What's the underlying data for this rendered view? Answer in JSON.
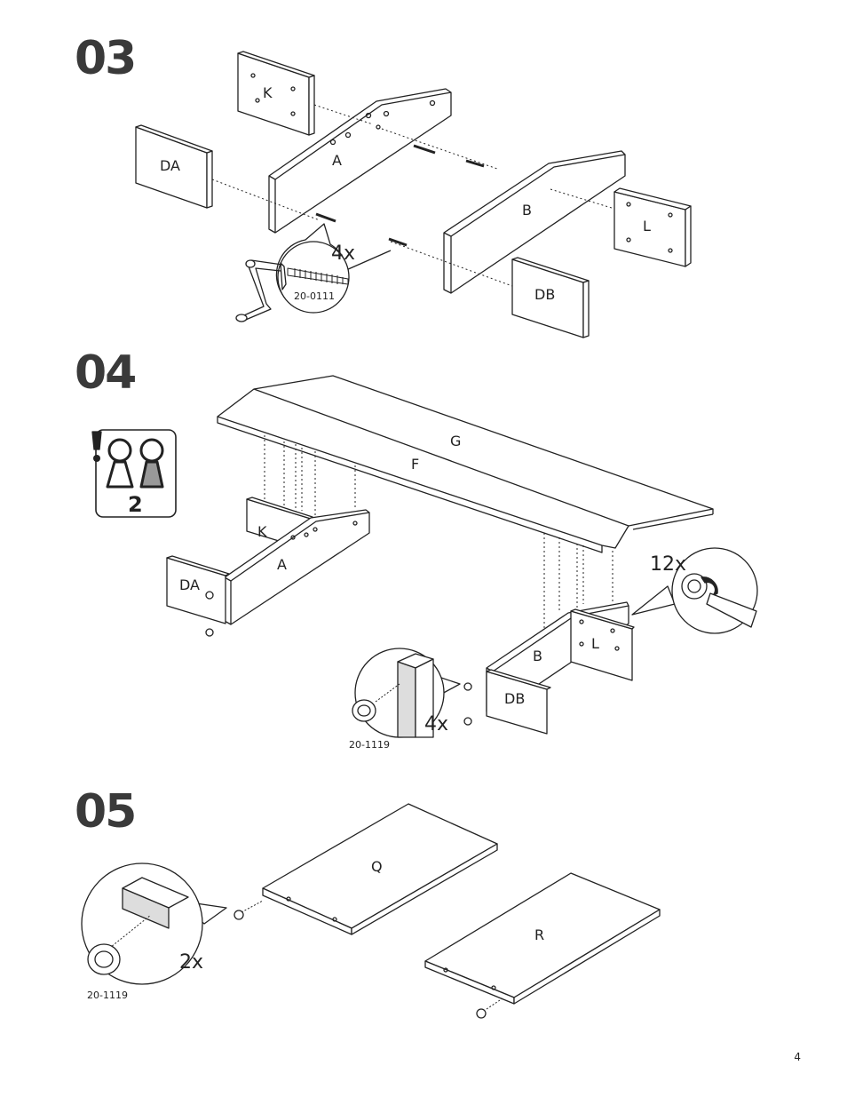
{
  "steps": [
    {
      "number": "03"
    },
    {
      "number": "04"
    },
    {
      "number": "05"
    }
  ],
  "parts": {
    "K": "K",
    "A": "A",
    "DA": "DA",
    "B": "B",
    "L": "L",
    "DB": "DB",
    "G": "G",
    "F": "F",
    "Q": "Q",
    "R": "R"
  },
  "callouts": {
    "step03_qty": "4x",
    "step03_code": "20-0111",
    "step04_people": "2",
    "step04_qty_cam": "12x",
    "step04_qty_glide": "4x",
    "step04_code": "20-1119",
    "step05_qty": "2x",
    "step05_code": "20-1119"
  },
  "page_number": "4"
}
